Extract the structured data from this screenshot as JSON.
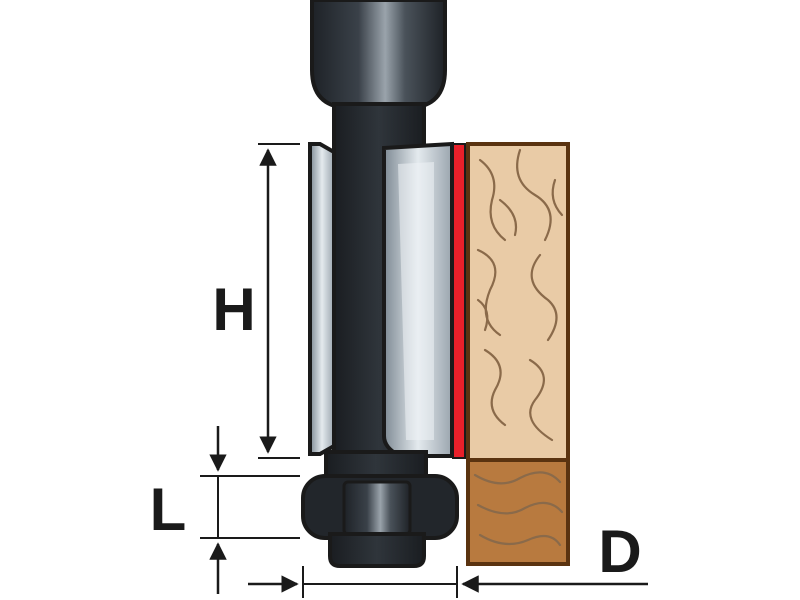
{
  "labels": {
    "height": "H",
    "bearing_length": "L",
    "diameter": "D"
  },
  "colors": {
    "outline": "#1a1a1a",
    "steel_dark": "#2b3036",
    "steel_light": "#d3dbe1",
    "steel_mid": "#8c969f",
    "cut_edge": "#e8202a",
    "wood_light": "#e9cba6",
    "wood_dark": "#b87a3f",
    "wood_grain": "#8a6a4a",
    "wood_border": "#5a3310"
  }
}
